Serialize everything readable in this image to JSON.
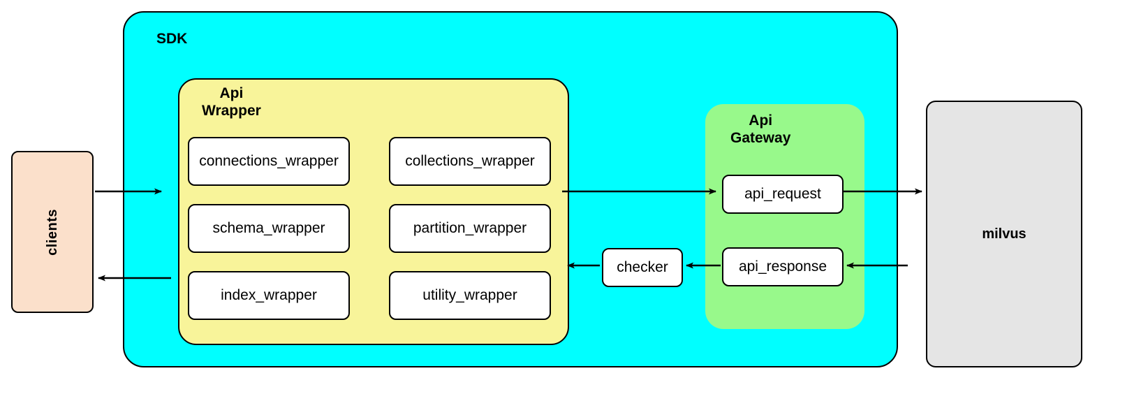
{
  "diagram": {
    "title_regions": {
      "sdk": {
        "label": "SDK",
        "color": "#00ffff"
      },
      "api_wrapper": {
        "label": "Api\nWrapper",
        "color": "#f8f49a"
      },
      "api_gateway": {
        "label": "Api\nGateway",
        "color": "#98f98b"
      }
    },
    "external_nodes": {
      "clients": {
        "label": "clients",
        "color": "#fbe0cb",
        "orientation": "vertical"
      },
      "milvus": {
        "label": "milvus",
        "color": "#e5e5e5",
        "orientation": "horizontal"
      }
    },
    "api_wrapper_cells": [
      {
        "label": "connections_wrapper"
      },
      {
        "label": "collections_wrapper"
      },
      {
        "label": "schema_wrapper"
      },
      {
        "label": "partition_wrapper"
      },
      {
        "label": "index_wrapper"
      },
      {
        "label": "utility_wrapper"
      }
    ],
    "api_gateway_cells": [
      {
        "label": "api_request"
      },
      {
        "label": "api_response"
      }
    ],
    "middle_nodes": [
      {
        "label": "checker"
      }
    ],
    "arrows": [
      {
        "name": "clients-to-api-wrapper",
        "direction": "right"
      },
      {
        "name": "api-wrapper-to-api-request",
        "direction": "right"
      },
      {
        "name": "api-request-to-milvus",
        "direction": "right"
      },
      {
        "name": "milvus-to-api-response",
        "direction": "left"
      },
      {
        "name": "api-response-to-checker",
        "direction": "left"
      },
      {
        "name": "checker-to-api-wrapper",
        "direction": "left"
      },
      {
        "name": "api-wrapper-to-clients",
        "direction": "left"
      }
    ],
    "colors": {
      "stroke": "#000000",
      "background": "#ffffff",
      "cell_fill": "#ffffff"
    }
  }
}
